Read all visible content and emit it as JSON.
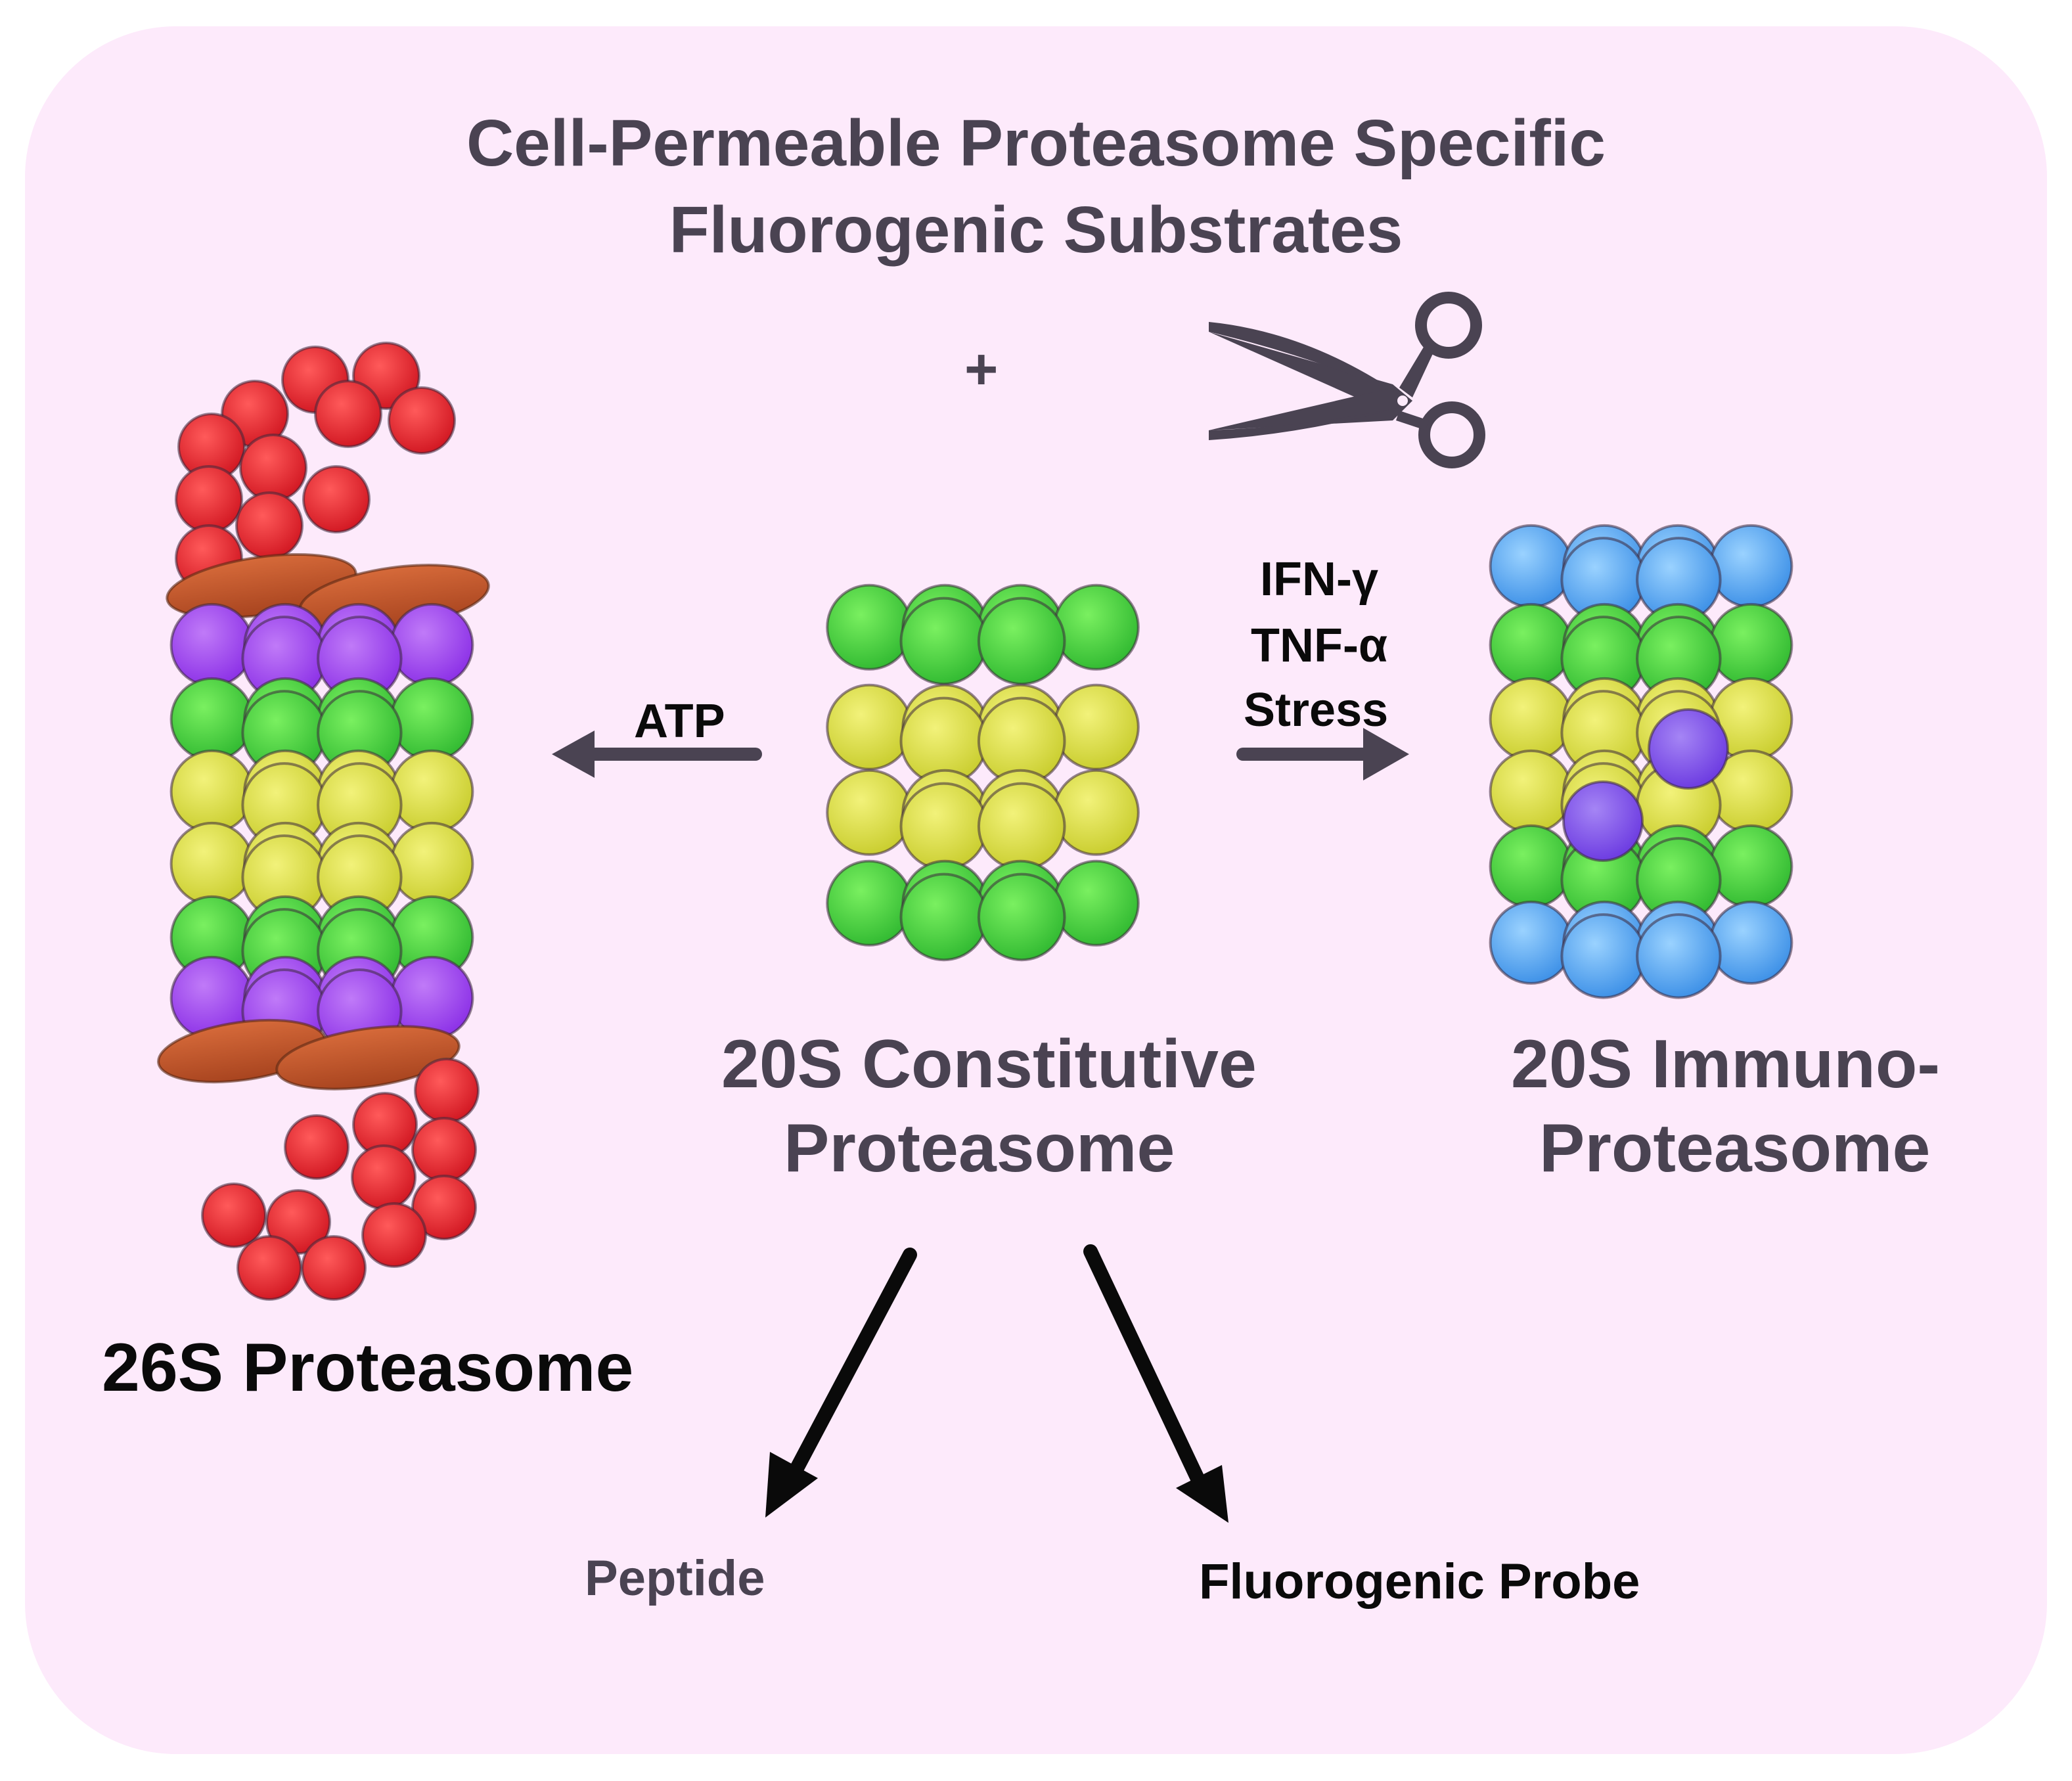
{
  "title": {
    "line1": "Cell-Permeable Proteasome Specific",
    "line2": "Fluorogenic Substrates"
  },
  "plus_sign": "+",
  "labels": {
    "atp": "ATP",
    "ifn": "IFN-γ",
    "tnf": "TNF-α",
    "stress": "Stress",
    "proteasome_26s": "26S Proteasome",
    "constitutive_line1": "20S Constitutive",
    "constitutive_line2": "Proteasome",
    "immuno_line1": "20S Immuno-",
    "immuno_line2": "Proteasome",
    "peptide": "Peptide",
    "probe": "Fluorogenic Probe"
  },
  "colors": {
    "background_panel": "#fdeafb",
    "text_gray": "#4a4352",
    "red_subunit": "#e8202a",
    "orange_cap": "#c4562a",
    "purple_subunit": "#9a3cf0",
    "green_subunit": "#3fd43a",
    "yellow_subunit": "#d9e03a",
    "blue_subunit": "#4aa0f0",
    "violet_dot": "#7a4ae8"
  },
  "icons": [
    "scissors-icon",
    "left-arrow-icon",
    "right-arrow-icon",
    "down-left-arrow-icon",
    "down-right-arrow-icon"
  ]
}
